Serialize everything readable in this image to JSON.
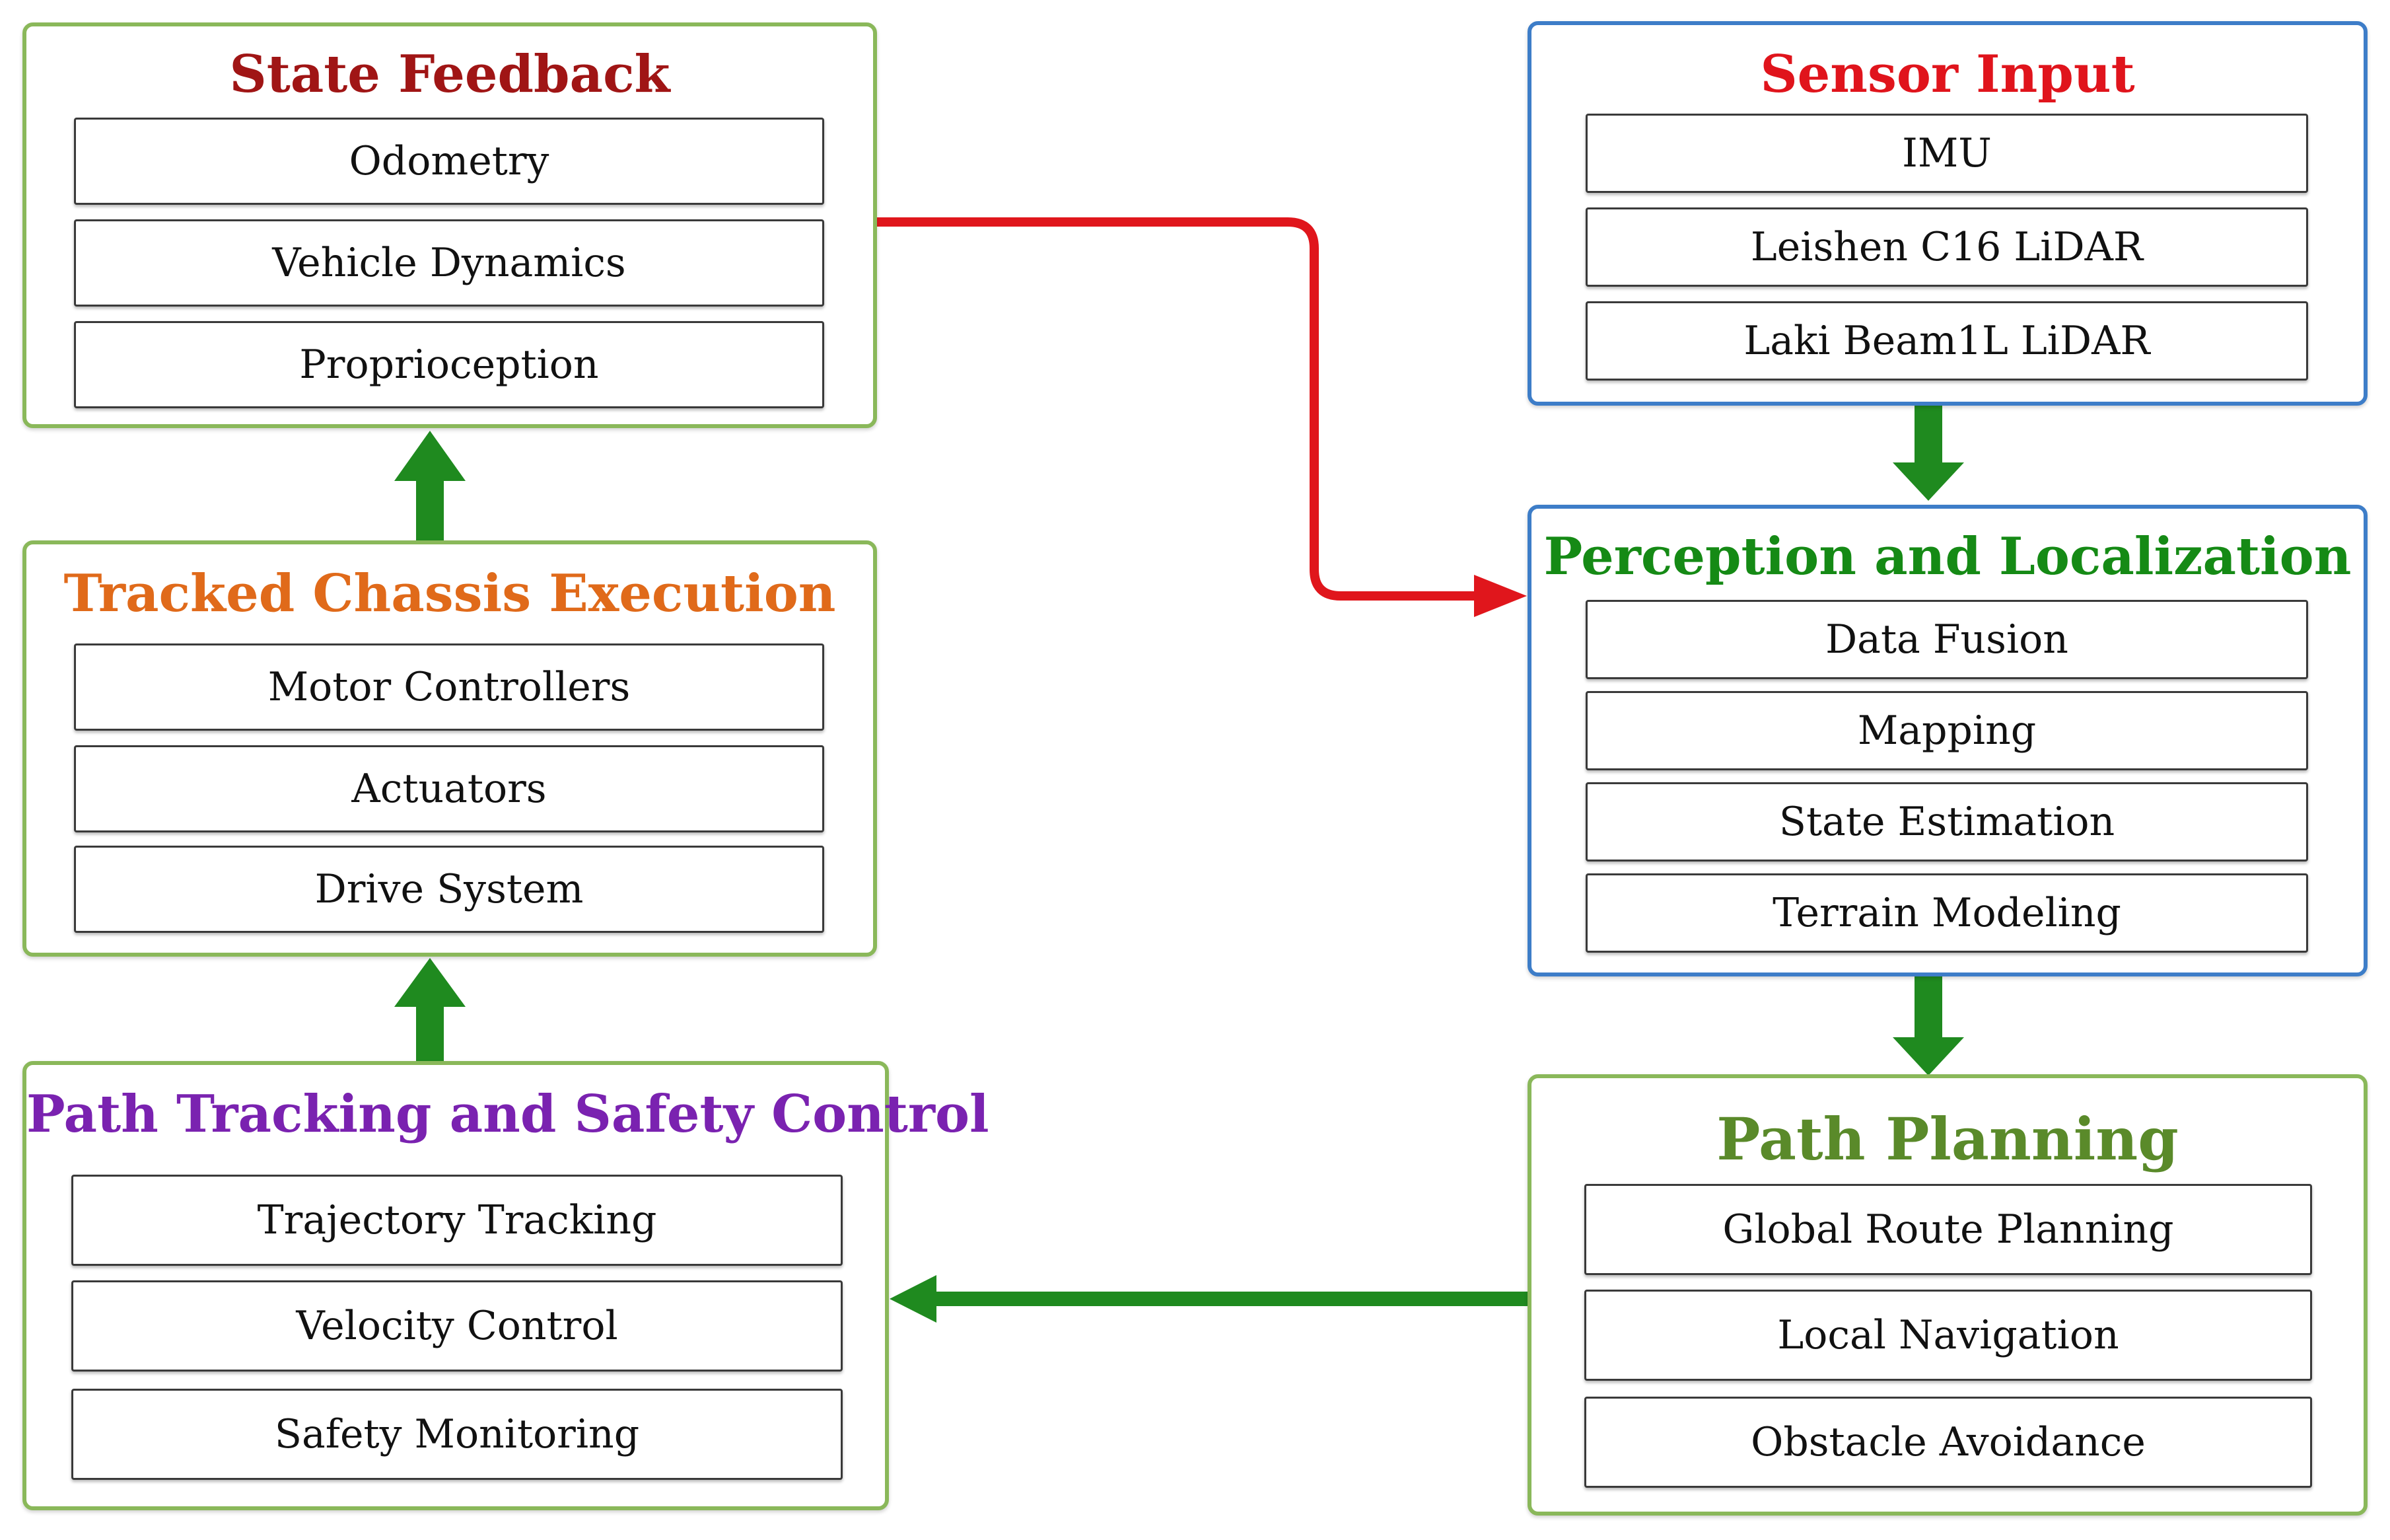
{
  "colors": {
    "green_border": "#8ab85a",
    "blue_border": "#3d7dc8",
    "flow_arrow": "#1f8a1f",
    "feedback_arrow": "#e0161c"
  },
  "state_feedback": {
    "title": "State Feedback",
    "title_color": "#a01515",
    "items": [
      "Odometry",
      "Vehicle Dynamics",
      "Proprioception"
    ]
  },
  "sensor_input": {
    "title": "Sensor Input",
    "title_color": "#e0141c",
    "items": [
      "IMU",
      "Leishen C16 LiDAR",
      "Laki Beam1L LiDAR"
    ]
  },
  "tracked_chassis": {
    "title": "Tracked Chassis Execution",
    "title_color": "#e06a1a",
    "items": [
      "Motor Controllers",
      "Actuators",
      "Drive System"
    ]
  },
  "perception": {
    "title": "Perception and Localization",
    "title_color": "#158a15",
    "items": [
      "Data Fusion",
      "Mapping",
      "State Estimation",
      "Terrain Modeling"
    ]
  },
  "path_tracking": {
    "title": "Path Tracking and Safety Control",
    "title_color": "#7a22b0",
    "items": [
      "Trajectory Tracking",
      "Velocity Control",
      "Safety Monitoring"
    ]
  },
  "path_planning": {
    "title": "Path Planning",
    "title_color": "#5a8a2a",
    "items": [
      "Global Route Planning",
      "Local Navigation",
      "Obstacle Avoidance"
    ]
  }
}
